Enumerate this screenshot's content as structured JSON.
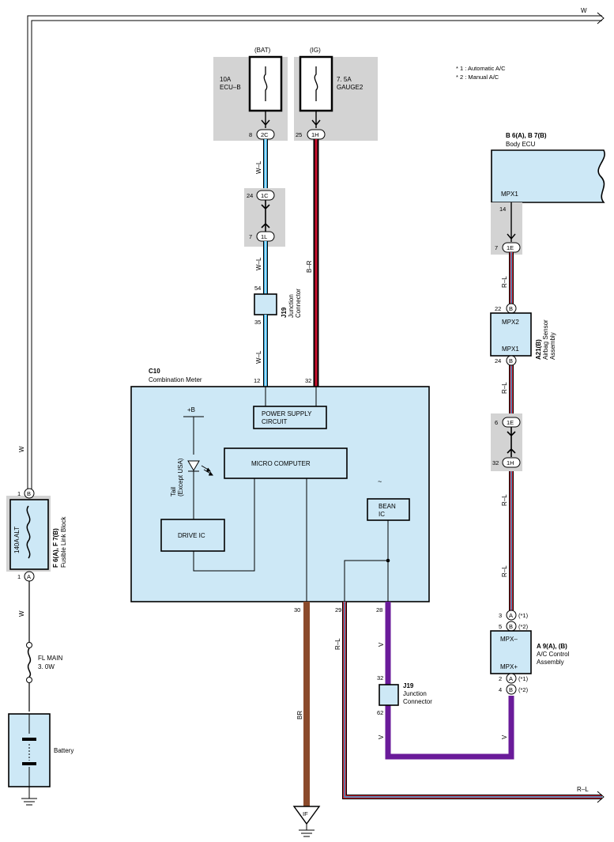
{
  "notes": [
    "* 1 : Automatic A/C",
    "* 2 : Manual A/C"
  ],
  "wire_colors": {
    "W": "#ffffff",
    "W-L": "#2aa7e0",
    "B-R": "#c8102e",
    "R-L": "#d21e2b",
    "V": "#6a1b9a",
    "BR": "#8b4a2b"
  },
  "fuses": {
    "bat_label": "(BAT)",
    "bat_rating": "10A",
    "bat_name": "ECU–B",
    "ig_label": "(IG)",
    "ig_rating": "7. 5A",
    "ig_name": "GAUGE2",
    "fl_main_name": "FL MAIN",
    "fl_main_rating": "3. 0W"
  },
  "connectors": {
    "c2c": "2C",
    "c2c_pin": "8",
    "c1h_top": "1H",
    "c1h_top_pin": "25",
    "c1c": "1C",
    "c1c_pin": "24",
    "c1l": "1L",
    "c1l_pin": "7",
    "c1e_top": "1E",
    "c1e_top_pin": "7",
    "c1e_mid": "1E",
    "c1e_mid_pin": "6",
    "c1h_mid": "1H",
    "c1h_mid_pin": "32",
    "fl_b": "B",
    "fl_b_pin": "1",
    "fl_a": "A",
    "fl_a_pin": "1",
    "air_b_top_pin": "22",
    "air_b_top": "B",
    "air_b_bot_pin": "24",
    "air_b_bot": "B",
    "ac_a1_pin": "3",
    "ac_a1": "A",
    "ac_a1_note": "(*1)",
    "ac_b1_pin": "5",
    "ac_b1": "B",
    "ac_b1_note": "(*2)",
    "ac_a2_pin": "2",
    "ac_a2": "A",
    "ac_a2_note": "(*1)",
    "ac_b2_pin": "4",
    "ac_b2": "B",
    "ac_b2_note": "(*2)"
  },
  "wire_labels": {
    "top_w": "W",
    "w_left": "W",
    "w_left2": "W",
    "wl_1": "W–L",
    "wl_2": "W–L",
    "wl_3": "W–L",
    "br_top": "B–R",
    "rl_1": "R–L",
    "rl_2": "R–L",
    "rl_3": "R–L",
    "rl_4": "R–L",
    "rl_5": "R–L",
    "rl_bottom": "R–L",
    "v_1": "V",
    "v_2": "V",
    "v_3": "V",
    "br_bottom": "BR"
  },
  "junction_upper": {
    "pin_top": "54",
    "pin_bot": "35",
    "id": "J19",
    "name": "Junction",
    "name2": "Connector"
  },
  "junction_lower": {
    "pin_top": "32",
    "pin_bot": "62",
    "id": "J19",
    "name": "Junction",
    "name2": "Connector"
  },
  "body_ecu": {
    "id": "B 6(A), B 7(B)",
    "name": "Body ECU",
    "pin_name": "MPX1",
    "pin": "14"
  },
  "airbag": {
    "id": "A21(B)",
    "name": "Airbag Sensor",
    "name2": "Assembly",
    "pin_top": "MPX2",
    "pin_bot": "MPX1"
  },
  "ac_control": {
    "id": "A 9(A), (B)",
    "name": "A/C Control",
    "name2": "Assembly",
    "pin_top": "MPX–",
    "pin_bot": "MPX+"
  },
  "fusible_link": {
    "rating": "140A ALT",
    "id": "F 6(A), F 7(B)",
    "name": "Fusible Link Block"
  },
  "battery": {
    "label": "Battery"
  },
  "meter": {
    "id": "C10",
    "name": "Combination Meter",
    "pin_12": "12",
    "pin_32": "32",
    "pin_30": "30",
    "pin_29": "29",
    "pin_28": "28",
    "power_supply": "POWER SUPPLY",
    "power_supply2": "CIRCUIT",
    "micro": "MICRO COMPUTER",
    "drive": "DRIVE IC",
    "bean": "BEAN",
    "bean2": "IC",
    "plus_b": "+B",
    "tail": "Tail",
    "tail2": "(Except USA)",
    "tilde": "~"
  },
  "ground": {
    "label": "IF"
  }
}
